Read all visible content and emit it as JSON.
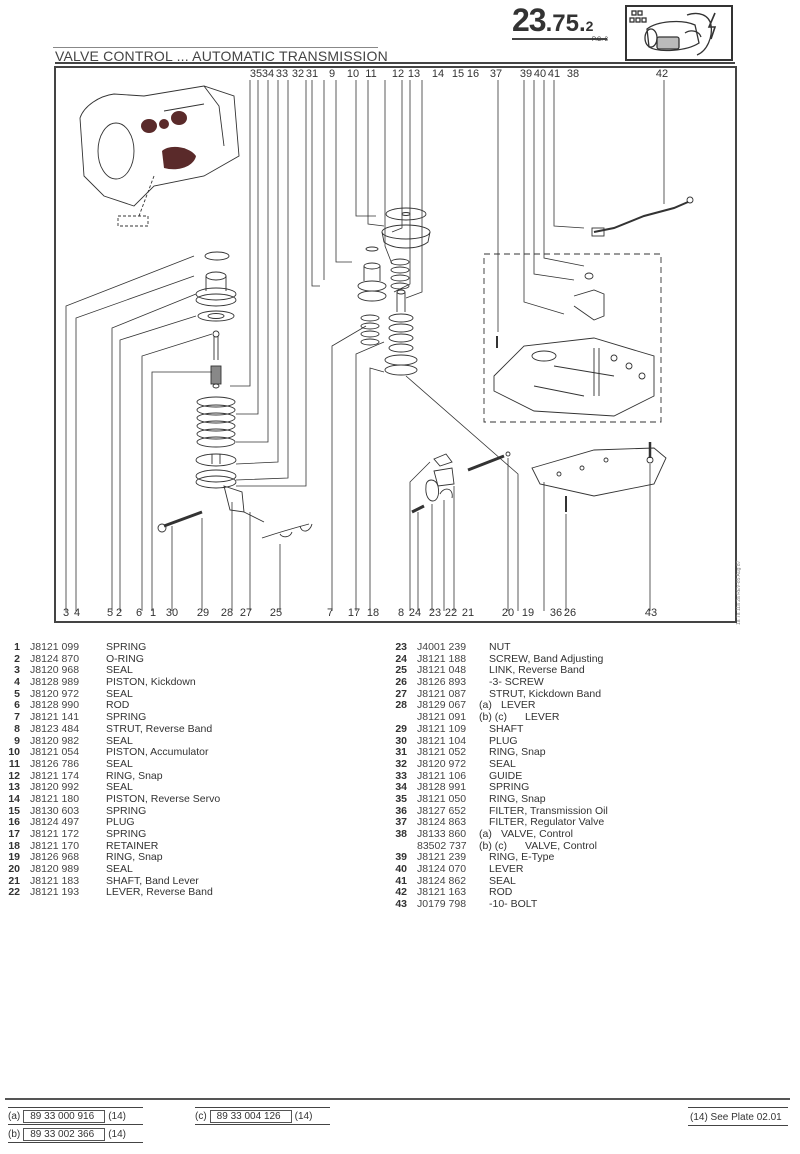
{
  "header": {
    "page_number_main": "23",
    "page_number_sub": ".75.",
    "page_number_suffix": "2",
    "pc_label": "P.C. 3",
    "title": "VALVE CONTROL ... AUTOMATIC TRANSMISSION",
    "section_icon": "electrical-component-icon"
  },
  "diagram": {
    "top_callouts": [
      "35",
      "34",
      "33",
      "32",
      "31",
      "9",
      "10",
      "11",
      "12",
      "13",
      "14",
      "15",
      "16",
      "37",
      "39",
      "40",
      "41",
      "38",
      "42"
    ],
    "bottom_callouts": [
      "3",
      "4",
      "5",
      "2",
      "6",
      "1",
      "30",
      "29",
      "28",
      "27",
      "25",
      "7",
      "17",
      "18",
      "8",
      "24",
      "23",
      "22",
      "21",
      "20",
      "19",
      "36",
      "26",
      "43"
    ],
    "side_note": "1a 7a 11a 2a REV-85 Aug 87"
  },
  "parts_left": [
    {
      "num": "1",
      "code": "J8121 099",
      "desc": "SPRING"
    },
    {
      "num": "2",
      "code": "J8124 870",
      "desc": "O-RING"
    },
    {
      "num": "3",
      "code": "J8120 968",
      "desc": "SEAL"
    },
    {
      "num": "4",
      "code": "J8128 989",
      "desc": "PISTON, Kickdown"
    },
    {
      "num": "5",
      "code": "J8120 972",
      "desc": "SEAL"
    },
    {
      "num": "6",
      "code": "J8128 990",
      "desc": "ROD"
    },
    {
      "num": "7",
      "code": "J8121 141",
      "desc": "SPRING"
    },
    {
      "num": "8",
      "code": "J8123 484",
      "desc": "STRUT, Reverse Band"
    },
    {
      "num": "9",
      "code": "J8120 982",
      "desc": "SEAL"
    },
    {
      "num": "10",
      "code": "J8121 054",
      "desc": "PISTON, Accumulator"
    },
    {
      "num": "11",
      "code": "J8126 786",
      "desc": "SEAL"
    },
    {
      "num": "12",
      "code": "J8121 174",
      "desc": "RING, Snap"
    },
    {
      "num": "13",
      "code": "J8120 992",
      "desc": "SEAL"
    },
    {
      "num": "14",
      "code": "J8121 180",
      "desc": "PISTON, Reverse Servo"
    },
    {
      "num": "15",
      "code": "J8130 603",
      "desc": "SPRING"
    },
    {
      "num": "16",
      "code": "J8124 497",
      "desc": "PLUG"
    },
    {
      "num": "17",
      "code": "J8121 172",
      "desc": "SPRING"
    },
    {
      "num": "18",
      "code": "J8121 170",
      "desc": "RETAINER"
    },
    {
      "num": "19",
      "code": "J8126 968",
      "desc": "RING, Snap"
    },
    {
      "num": "20",
      "code": "J8120 989",
      "desc": "SEAL"
    },
    {
      "num": "21",
      "code": "J8121 183",
      "desc": "SHAFT, Band Lever"
    },
    {
      "num": "22",
      "code": "J8121 193",
      "desc": "LEVER, Reverse Band"
    }
  ],
  "parts_right": [
    {
      "num": "23",
      "code": "J4001 239",
      "qual": "",
      "desc": "NUT"
    },
    {
      "num": "24",
      "code": "J8121 188",
      "qual": "",
      "desc": "SCREW, Band Adjusting"
    },
    {
      "num": "25",
      "code": "J8121 048",
      "qual": "",
      "desc": "LINK, Reverse Band"
    },
    {
      "num": "26",
      "code": "J8126 893",
      "qual": "",
      "desc": "-3- SCREW"
    },
    {
      "num": "27",
      "code": "J8121 087",
      "qual": "",
      "desc": "STRUT, Kickdown Band"
    },
    {
      "num": "28",
      "code": "J8129 067",
      "qual": "(a)",
      "desc": "LEVER"
    },
    {
      "num": "",
      "code": "J8121 091",
      "qual": "(b) (c)",
      "desc": "LEVER"
    },
    {
      "num": "29",
      "code": "J8121 109",
      "qual": "",
      "desc": "SHAFT"
    },
    {
      "num": "30",
      "code": "J8121 104",
      "qual": "",
      "desc": "PLUG"
    },
    {
      "num": "31",
      "code": "J8121 052",
      "qual": "",
      "desc": "RING, Snap"
    },
    {
      "num": "32",
      "code": "J8120 972",
      "qual": "",
      "desc": "SEAL"
    },
    {
      "num": "33",
      "code": "J8121 106",
      "qual": "",
      "desc": "GUIDE"
    },
    {
      "num": "34",
      "code": "J8128 991",
      "qual": "",
      "desc": "SPRING"
    },
    {
      "num": "35",
      "code": "J8121 050",
      "qual": "",
      "desc": "RING, Snap"
    },
    {
      "num": "36",
      "code": "J8127 652",
      "qual": "",
      "desc": "FILTER, Transmission Oil"
    },
    {
      "num": "37",
      "code": "J8124 863",
      "qual": "",
      "desc": "FILTER, Regulator Valve"
    },
    {
      "num": "38",
      "code": "J8133 860",
      "qual": "(a)",
      "desc": "VALVE, Control"
    },
    {
      "num": "",
      "code": "83502 737",
      "qual": "(b) (c)",
      "desc": "VALVE, Control"
    },
    {
      "num": "39",
      "code": "J8121 239",
      "qual": "",
      "desc": "RING, E-Type"
    },
    {
      "num": "40",
      "code": "J8124 070",
      "qual": "",
      "desc": "LEVER"
    },
    {
      "num": "41",
      "code": "J8124 862",
      "qual": "",
      "desc": "SEAL"
    },
    {
      "num": "42",
      "code": "J8121 163",
      "qual": "",
      "desc": "ROD"
    },
    {
      "num": "43",
      "code": "J0179 798",
      "qual": "",
      "desc": "-10- BOLT"
    }
  ],
  "footer": {
    "refs": [
      {
        "key": "(a)",
        "number": "89 33 000 916",
        "note": "(14)"
      },
      {
        "key": "(b)",
        "number": "89 33 002 366",
        "note": "(14)"
      },
      {
        "key": "(c)",
        "number": "89 33 004 126",
        "note": "(14)"
      }
    ],
    "see_plate": "(14) See Plate 02.01"
  }
}
